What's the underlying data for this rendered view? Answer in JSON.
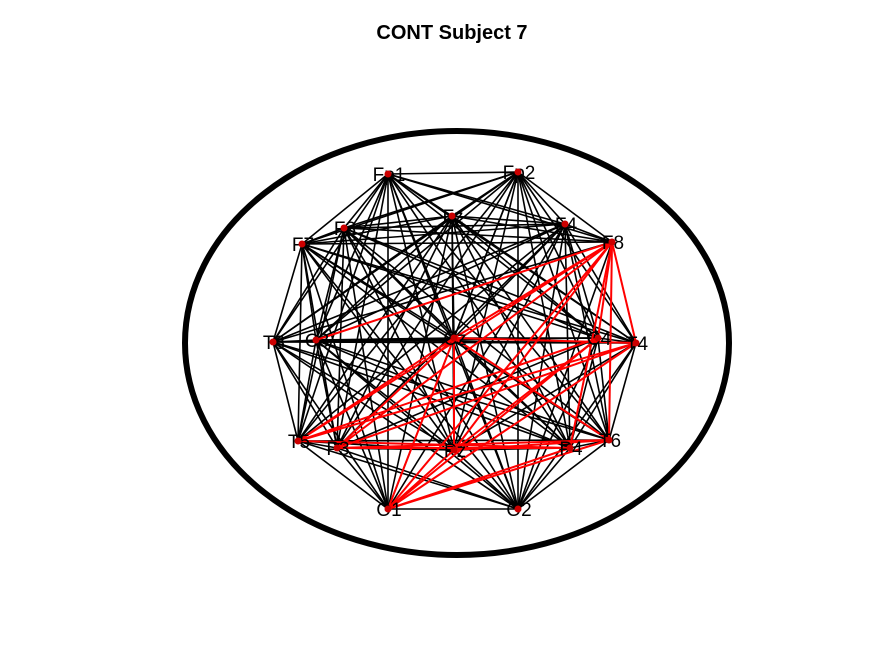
{
  "title": "CONT Subject 7",
  "colors": {
    "background": "#ffffff",
    "edge_normal": "#000000",
    "edge_highlight": "#ff0000",
    "node": "#cc0000",
    "scalp_outline": "#000000"
  },
  "nodes": [
    {
      "id": "Fp1",
      "label": "Fp1"
    },
    {
      "id": "Fp2",
      "label": "Fp2"
    },
    {
      "id": "F7",
      "label": "F7"
    },
    {
      "id": "F3",
      "label": "F3"
    },
    {
      "id": "Fz",
      "label": "Fz"
    },
    {
      "id": "F4",
      "label": "F4"
    },
    {
      "id": "F8",
      "label": "F8"
    },
    {
      "id": "T3",
      "label": "T3"
    },
    {
      "id": "C3",
      "label": "C3"
    },
    {
      "id": "Cz",
      "label": "Cz"
    },
    {
      "id": "C4",
      "label": "C4"
    },
    {
      "id": "T4",
      "label": "T4"
    },
    {
      "id": "T5",
      "label": "T5"
    },
    {
      "id": "P3",
      "label": "P3"
    },
    {
      "id": "Pz",
      "label": "Pz"
    },
    {
      "id": "P4",
      "label": "P4"
    },
    {
      "id": "T6",
      "label": "T6"
    },
    {
      "id": "O1",
      "label": "O1"
    },
    {
      "id": "O2",
      "label": "O2"
    }
  ],
  "highlighted_edges": [
    [
      "F8",
      "Cz"
    ],
    [
      "F8",
      "C4"
    ],
    [
      "F8",
      "T4"
    ],
    [
      "F8",
      "P4"
    ],
    [
      "F8",
      "T6"
    ],
    [
      "F8",
      "T5"
    ],
    [
      "F8",
      "P3"
    ],
    [
      "F8",
      "Pz"
    ],
    [
      "F8",
      "O1"
    ],
    [
      "F8",
      "C3"
    ],
    [
      "Cz",
      "T4"
    ],
    [
      "Cz",
      "T5"
    ],
    [
      "Cz",
      "P3"
    ],
    [
      "Cz",
      "O1"
    ],
    [
      "Cz",
      "Pz"
    ],
    [
      "Cz",
      "T6"
    ],
    [
      "C4",
      "O1"
    ],
    [
      "C4",
      "T5"
    ],
    [
      "T4",
      "T5"
    ],
    [
      "T4",
      "P3"
    ],
    [
      "T4",
      "O1"
    ],
    [
      "T6",
      "P3"
    ],
    [
      "T6",
      "O1"
    ],
    [
      "P4",
      "O1"
    ],
    [
      "P4",
      "P3"
    ],
    [
      "Pz",
      "T6"
    ],
    [
      "Pz",
      "C4"
    ],
    [
      "O1",
      "Pz"
    ],
    [
      "T5",
      "P4"
    ]
  ]
}
